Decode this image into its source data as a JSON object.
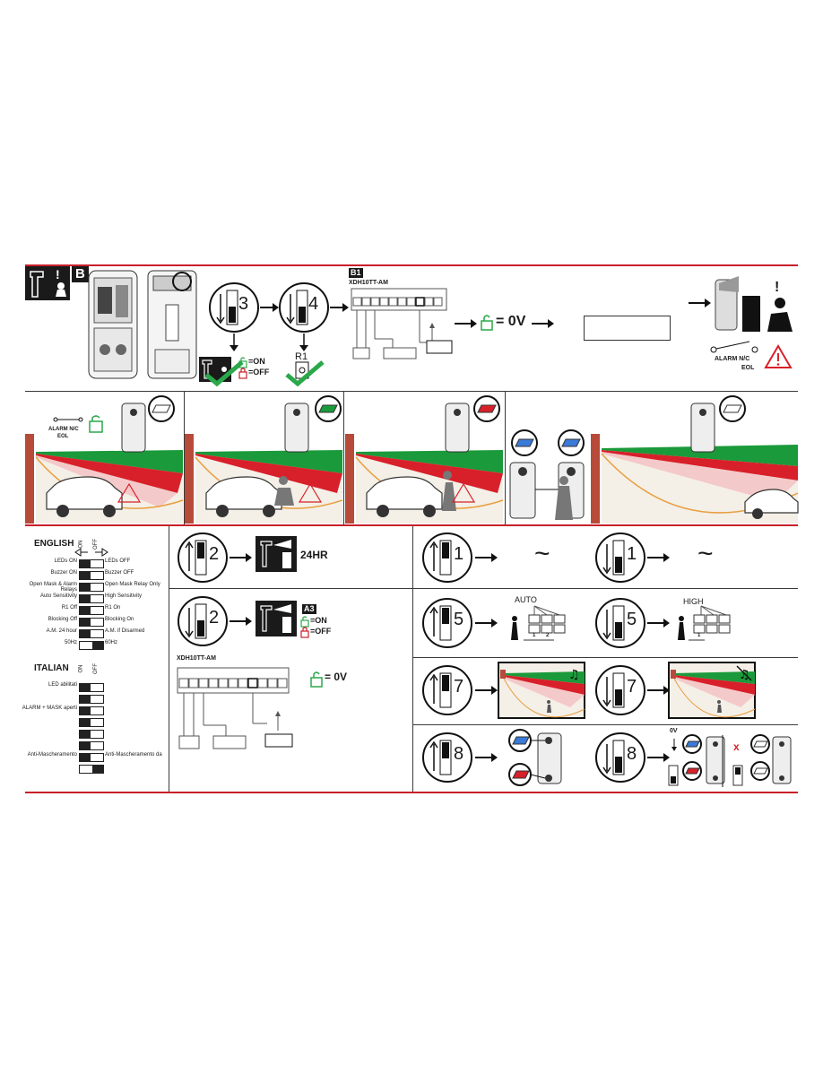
{
  "top": {
    "badge_b": "B",
    "badge_b1": "B1",
    "model_label": "XDH10TT-AM",
    "switch3_number": "3",
    "switch4_number": "4",
    "on_label": "=ON",
    "off_label": "=OFF",
    "r1_label": "R1",
    "zero_v": "= 0V",
    "alarm_line1": "ALARM N/C",
    "alarm_line2": "EOL",
    "exclaim": "!"
  },
  "middle": {
    "alarm_line1": "ALARM N/C",
    "alarm_line2": "EOL"
  },
  "left_panel": {
    "english_title": "ENGLISH",
    "italian_title": "ITALIAN",
    "on_label": "ON",
    "off_label": "OFF",
    "english_rows": [
      {
        "left": "LEDs ON",
        "right": "LEDs OFF"
      },
      {
        "left": "Buzzer ON",
        "right": "Buzzer OFF"
      },
      {
        "left": "Open Mask & Alarm Relays",
        "right": "Open Mask Relay Only"
      },
      {
        "left": "Auto Sensitivity",
        "right": "High Sensitivity"
      },
      {
        "left": "R1 Off",
        "right": "R1 On"
      },
      {
        "left": "Blocking Off",
        "right": "Blocking On"
      },
      {
        "left": "A.M. 24 hour",
        "right": "A.M. if Disarmed"
      },
      {
        "left": "50Hz",
        "right": "60Hz"
      }
    ],
    "italian_rows": [
      {
        "left": "LED abilitati",
        "right": ""
      },
      {
        "left": "",
        "right": ""
      },
      {
        "left": "ALARM + MASK aperti",
        "right": ""
      },
      {
        "left": "",
        "right": ""
      },
      {
        "left": "",
        "right": ""
      },
      {
        "left": "",
        "right": ""
      },
      {
        "left": "Anti-Mascheramento",
        "right": "Anti-Mascheramento da"
      },
      {
        "left": "",
        "right": ""
      }
    ]
  },
  "center_panel": {
    "switch2_number": "2",
    "mode_24hr": "24HR",
    "badge_a3": "A3",
    "on_label": "=ON",
    "off_label": "=OFF",
    "model_label": "XDH10TT-AM",
    "zero_v": "= 0V"
  },
  "right_panel": {
    "switch1_number": "1",
    "switch5_number": "5",
    "switch7_number": "7",
    "switch8_number": "8",
    "wave": "~",
    "auto_label": "AUTO",
    "high_label": "HIGH",
    "auto_counts": [
      "1",
      "2"
    ],
    "high_counts": [
      "1"
    ],
    "zero_v_label": "0V",
    "x_mark": "x"
  },
  "colors": {
    "accent_red": "#c8202a",
    "beam_green": "#1a9a3a",
    "beam_red": "#d8202a",
    "check_green": "#2aa84a",
    "lock_green": "#2aa84a",
    "dark": "#1a1a1a"
  }
}
